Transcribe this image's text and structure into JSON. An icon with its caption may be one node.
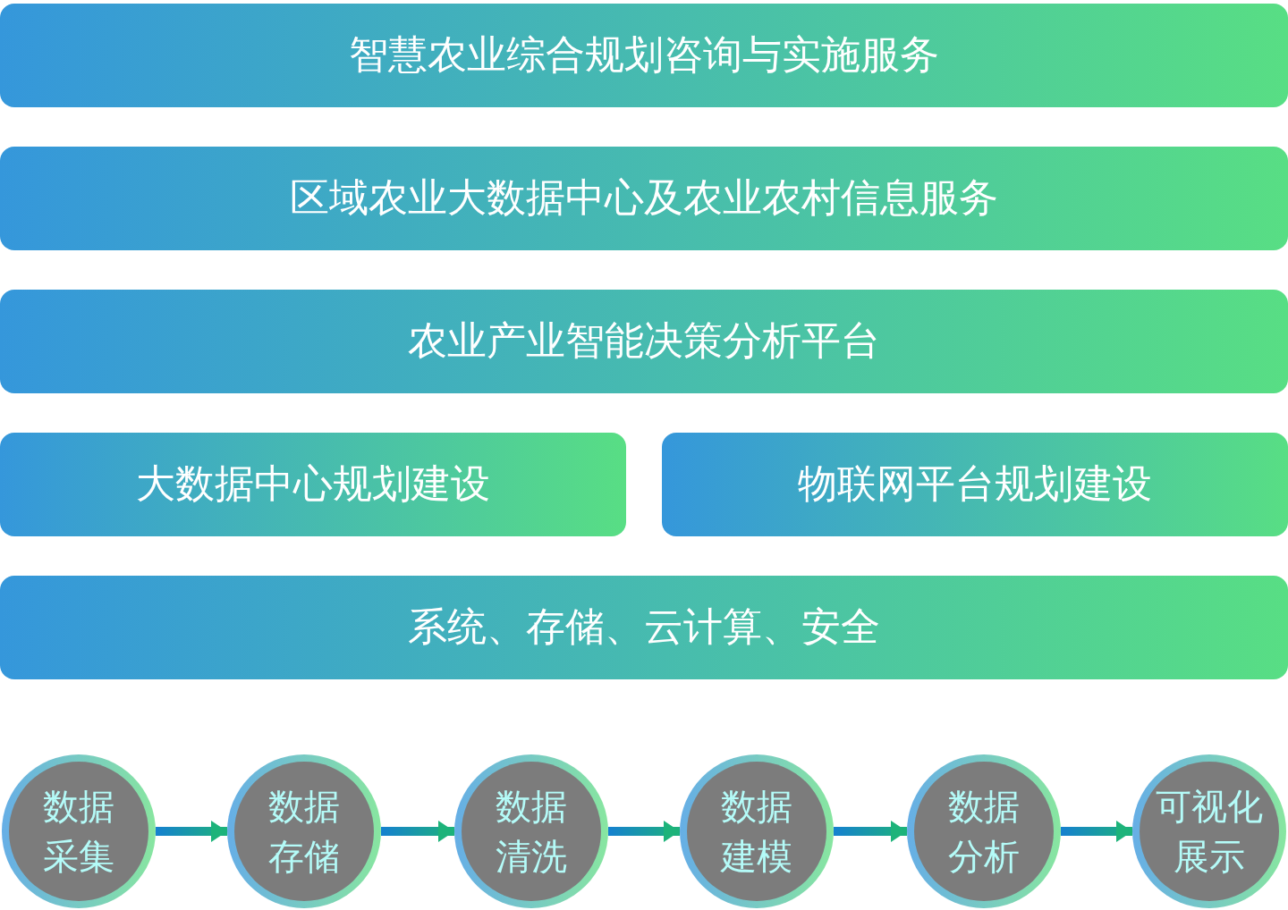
{
  "diagram": {
    "nodes": [
      {
        "text": [
          "智慧农业综合规划咨询与实施服务"
        ]
      },
      {
        "text": [
          "区域农业大数据中心及农业农村信息服务"
        ]
      },
      {
        "text": [
          "农业产业智能决策分析平台"
        ]
      },
      {
        "text": [
          "大数据中心规划建设"
        ]
      },
      {
        "text": [
          "物联网平台规划建设"
        ]
      },
      {
        "text": [
          "系统、存储、云计算、安全"
        ]
      },
      {
        "text": [
          "数据采集"
        ]
      },
      {
        "text": [
          "数据存储"
        ]
      },
      {
        "text": [
          "数据清洗"
        ]
      },
      {
        "text": [
          "数据建模"
        ]
      },
      {
        "text": [
          "数据分析"
        ]
      },
      {
        "text": [
          "可视化展示"
        ]
      }
    ],
    "edges": [
      {
        "from": 6,
        "to": 7,
        "arrow": "to"
      },
      {
        "from": 7,
        "to": 8,
        "arrow": "to"
      },
      {
        "from": 8,
        "to": 9,
        "arrow": "to"
      },
      {
        "from": 9,
        "to": 10,
        "arrow": "to"
      },
      {
        "from": 10,
        "to": 11,
        "arrow": "to"
      }
    ]
  }
}
